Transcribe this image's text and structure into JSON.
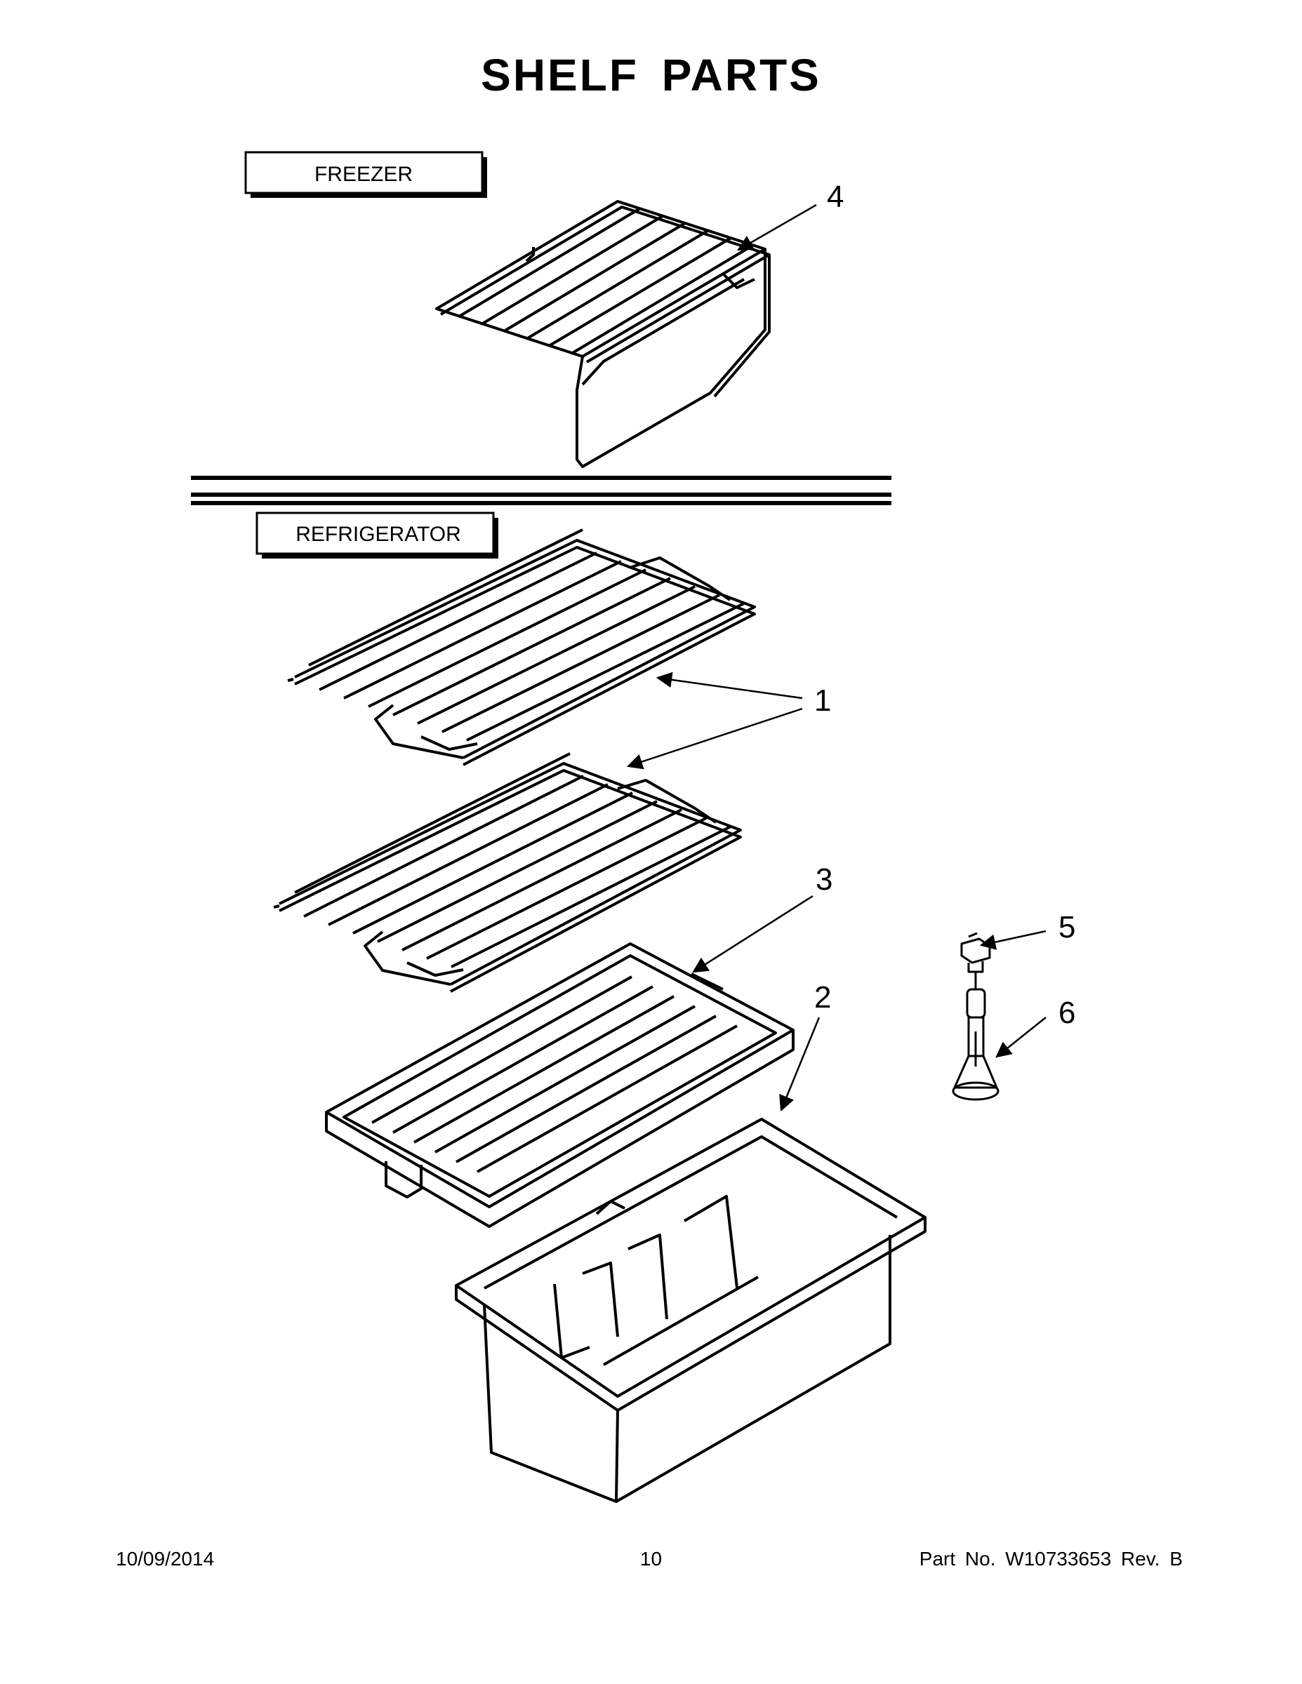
{
  "page": {
    "title": "SHELF PARTS",
    "footer": {
      "date": "10/09/2014",
      "page_number": "10",
      "part_number": "Part No.  W10733653  Rev.  B"
    }
  },
  "sections": {
    "freezer": "FREEZER",
    "refrigerator": "REFRIGERATOR"
  },
  "callouts": [
    "4",
    "1",
    "3",
    "2",
    "5",
    "6"
  ]
}
